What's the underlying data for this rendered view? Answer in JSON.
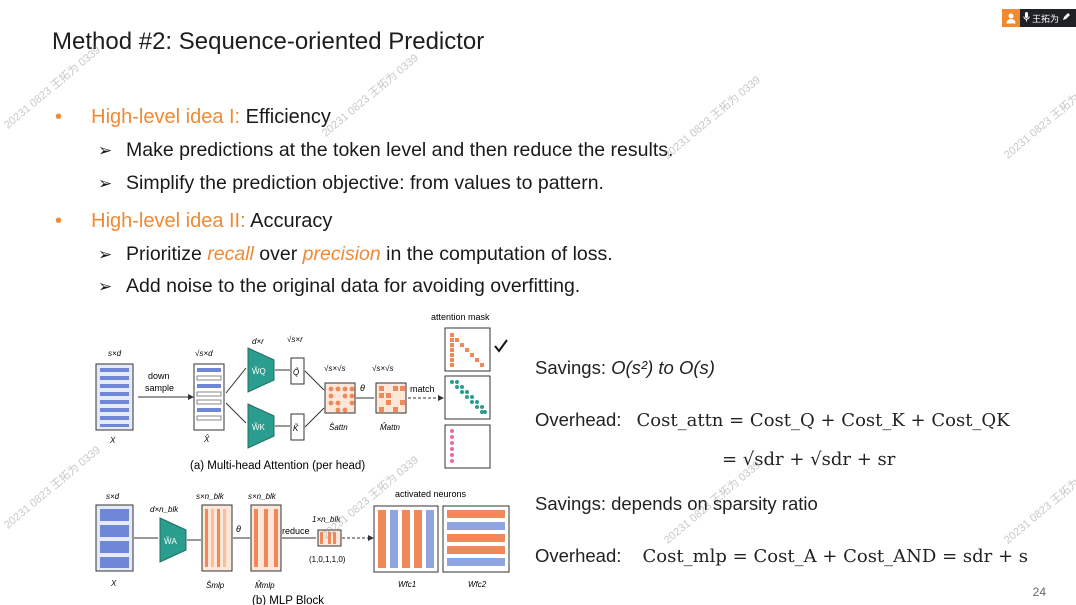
{
  "meeting": {
    "name": "王拓为"
  },
  "title": "Method #2: Sequence-oriented Predictor",
  "idea1": {
    "label": "High-level idea I:",
    "value": "Efficiency",
    "items": [
      "Make predictions at the token level and then reduce the results.",
      "Simplify the prediction objective: from values to pattern."
    ]
  },
  "idea2": {
    "label": "High-level idea II:",
    "value": "Accuracy",
    "item1": {
      "a": "Prioritize ",
      "b": "recall",
      "c": " over ",
      "d": "precision",
      "e": " in the computation of loss."
    },
    "item2": "Add noise to the original data for avoiding overfitting."
  },
  "fig_a": {
    "caption": "(a) Multi-head Attention (per head)",
    "labels": {
      "sxd": "s×d",
      "down_sample": "down",
      "down_sample2": "sample",
      "sqrt_sxd": "√s×d",
      "dxr": "d×r",
      "sqrt_sxr": "√s×r",
      "sqrt_sx_sqrt_s": "√s×√s",
      "theta": "θ",
      "match": "match",
      "attention_mask": "attention mask",
      "X": "X",
      "Xhat": "X̂",
      "WQ": "W̃Q",
      "WK": "W̃K",
      "Q": "Q̃",
      "K": "K̃",
      "S_attn": "Ŝattn",
      "M_attn": "M̂attn"
    }
  },
  "fig_b": {
    "caption": "(b) MLP Block",
    "labels": {
      "sxd": "s×d",
      "dxn_blk": "d×n_blk",
      "sxn_blk": "s×n_blk",
      "theta": "θ",
      "reduce": "reduce",
      "one_x_nblk": "1×n_blk",
      "vector": "(1,0,1,1,0)",
      "activated_neurons": "activated neurons",
      "X": "X",
      "WA": "W̃A",
      "S_mlp": "Ŝmlp",
      "M_mlp": "M̂mlp",
      "Wfc1": "Wfc1",
      "Wfc2": "Wfc2"
    }
  },
  "savings1": {
    "label": "Savings: ",
    "expr": "O(s²) to O(s)"
  },
  "overhead1": {
    "label": "Overhead:",
    "line1": "Cost_attn = Cost_Q + Cost_K + Cost_QK",
    "line2": "= √sdr + √sdr + sr"
  },
  "savings2": "Savings: depends on sparsity ratio",
  "overhead2": {
    "label": "Overhead:",
    "line1": "Cost_mlp = Cost_A + Cost_AND = sdr + s"
  },
  "watermark": "20231 0823 王拓为 0339",
  "page_number": "24"
}
